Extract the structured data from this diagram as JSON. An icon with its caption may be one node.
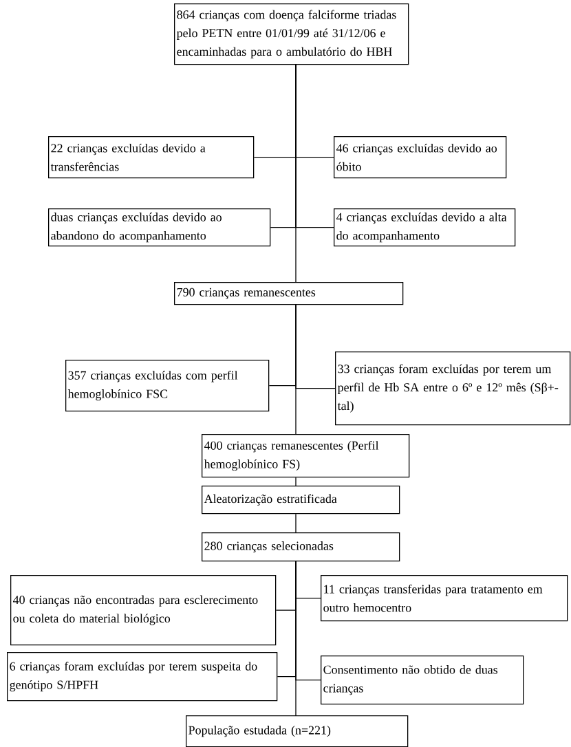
{
  "diagram": {
    "nodes": [
      {
        "text": [
          "864 crianças com doença falciforme triadas pelo PETN entre 01/01/99 até 31/12/06 e encaminhadas para o ambulatório do HBH"
        ]
      },
      {
        "text": [
          "22 crianças excluídas devido a transferências"
        ]
      },
      {
        "text": [
          "46 crianças excluídas devido ao óbito"
        ]
      },
      {
        "text": [
          "duas crianças excluídas devido ao abandono do acompanhamento"
        ]
      },
      {
        "text": [
          "4 crianças excluídas devido a alta do acompanhamento"
        ]
      },
      {
        "text": [
          "790 crianças remanescentes"
        ]
      },
      {
        "text": [
          "357 crianças excluídas com perfil hemoglobínico FSC"
        ]
      },
      {
        "text": [
          "33 crianças foram excluídas por terem um perfil de Hb SA entre o 6º e 12º mês (Sβ+-tal)"
        ]
      },
      {
        "text": [
          "400 crianças remanescentes (Perfil hemoglobínico FS)"
        ]
      },
      {
        "text": [
          "Aleatorização estratificada"
        ]
      },
      {
        "text": [
          "280 crianças selecionadas"
        ]
      },
      {
        "text": [
          "40 crianças não encontradas para esclerecimento ou coleta do material biológico"
        ]
      },
      {
        "text": [
          "11 crianças transferidas para tratamento em outro hemocentro"
        ]
      },
      {
        "text": [
          "6 crianças foram excluídas por terem suspeita do genótipo S/HPFH"
        ]
      },
      {
        "text": [
          "Consentimento não obtido de duas crianças"
        ]
      },
      {
        "text": [
          "População estudada (n=221)"
        ]
      }
    ],
    "edges": [
      {
        "from": 0,
        "to": 5,
        "arrow": "none"
      },
      {
        "from": 0,
        "to": 1,
        "arrow": "none"
      },
      {
        "from": 0,
        "to": 2,
        "arrow": "none"
      },
      {
        "from": 0,
        "to": 3,
        "arrow": "none"
      },
      {
        "from": 0,
        "to": 4,
        "arrow": "none"
      },
      {
        "from": 5,
        "to": 8,
        "arrow": "none"
      },
      {
        "from": 5,
        "to": 6,
        "arrow": "none"
      },
      {
        "from": 5,
        "to": 7,
        "arrow": "none"
      },
      {
        "from": 8,
        "to": 9,
        "arrow": "none"
      },
      {
        "from": 9,
        "to": 10,
        "arrow": "none"
      },
      {
        "from": 10,
        "to": 15,
        "arrow": "none"
      },
      {
        "from": 10,
        "to": 11,
        "arrow": "none"
      },
      {
        "from": 10,
        "to": 12,
        "arrow": "none"
      },
      {
        "from": 10,
        "to": 13,
        "arrow": "none"
      },
      {
        "from": 10,
        "to": 14,
        "arrow": "none"
      }
    ]
  }
}
